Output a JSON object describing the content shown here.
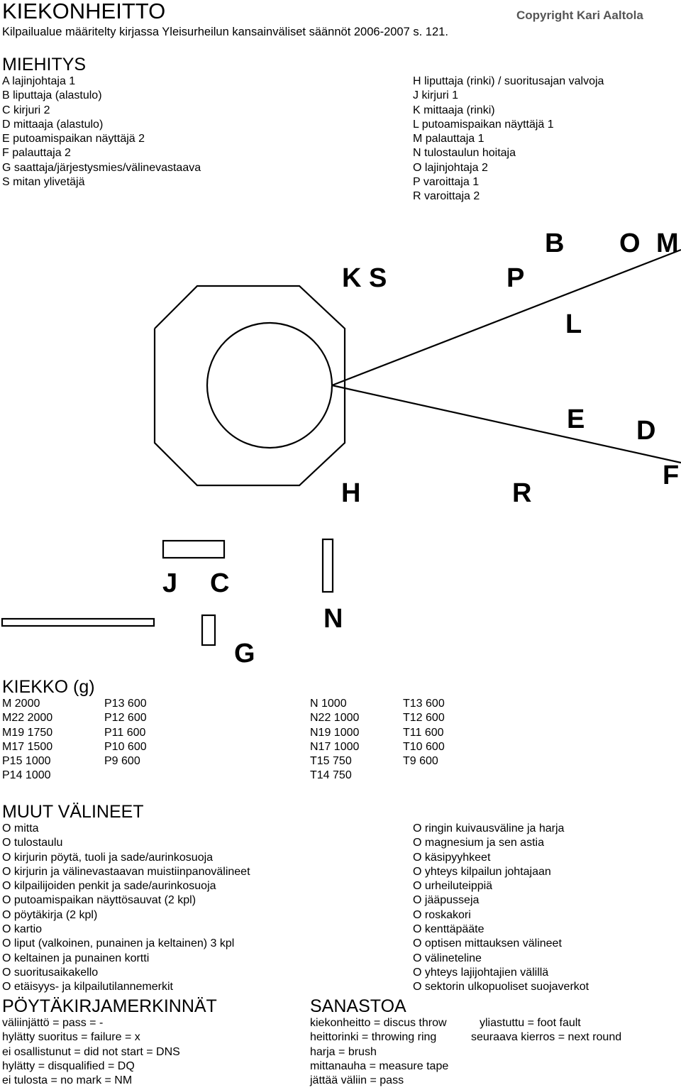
{
  "header": {
    "title": "KIEKONHEITTO",
    "copyright": "Copyright Kari Aaltola",
    "subtitle": "Kilpailualue määritelty kirjassa Yleisurheilun kansainväliset säännöt 2006-2007 s.  121."
  },
  "miehitys": {
    "heading": "MIEHITYS",
    "left": [
      "A  lajinjohtaja 1",
      "B  liputtaja (alastulo)",
      "C  kirjuri 2",
      "D  mittaaja (alastulo)",
      "E  putoamispaikan näyttäjä 2",
      "F  palauttaja 2",
      "G  saattaja/järjestysmies/välinevastaava",
      "S  mitan ylivetäjä"
    ],
    "right": [
      "H  liputtaja (rinki) / suoritusajan valvoja",
      "J  kirjuri 1",
      "K  mittaaja (rinki)",
      "L  putoamispaikan näyttäjä 1",
      "M  palauttaja 1",
      "N  tulostaulun hoitaja",
      "O lajinjohtaja 2",
      "P varoittaja 1",
      "R varoittaja 2"
    ]
  },
  "diagram": {
    "labels": {
      "ks": "K S",
      "b": "B",
      "o": "O",
      "m": "M",
      "p": "P",
      "l": "L",
      "e": "E",
      "d": "D",
      "f": "F",
      "h": "H",
      "r": "R",
      "j": "J",
      "c": "C",
      "n": "N",
      "g": "G"
    }
  },
  "kiekko": {
    "heading": "KIEKKO (g)",
    "rows": [
      [
        "M     2000",
        "P13   600",
        "N      1000",
        "T13    600"
      ],
      [
        "M22 2000",
        "P12   600",
        "N22  1000",
        "T12    600"
      ],
      [
        "M19 1750",
        "P11   600",
        "N19  1000",
        "T11    600"
      ],
      [
        "M17 1500",
        "P10   600",
        "N17  1000",
        "T10    600"
      ],
      [
        "P15  1000",
        "P9     600",
        "T15    750",
        " T9    600"
      ],
      [
        "P14  1000",
        "",
        "T14    750",
        ""
      ]
    ]
  },
  "muut": {
    "heading": "MUUT VÄLINEET",
    "left": [
      "O mitta",
      "O tulostaulu",
      "O kirjurin pöytä, tuoli ja sade/aurinkosuoja",
      "O kirjurin ja välinevastaavan muistiinpanovälineet",
      "O kilpailijoiden penkit ja sade/aurinkosuoja",
      "O putoamispaikan näyttösauvat (2 kpl)",
      "O pöytäkirja (2 kpl)",
      "O kartio",
      "O liput (valkoinen, punainen ja keltainen) 3 kpl",
      "O keltainen ja punainen kortti",
      "O suoritusaikakello",
      "O etäisyys- ja kilpailutilannemerkit"
    ],
    "right": [
      "O ringin kuivausväline ja harja",
      "O magnesium ja sen astia",
      "O käsipyyhkeet",
      "O yhteys kilpailun johtajaan",
      "O urheiluteippiä",
      "O jääpusseja",
      "O roskakori",
      "O kenttäpääte",
      "O optisen mittauksen välineet",
      "O välineteline",
      "O yhteys lajijohtajien välillä",
      "O sektorin ulkopuoliset suojaverkot"
    ]
  },
  "poytakirja": {
    "heading": "PÖYTÄKIRJAMERKINNÄT",
    "items": [
      "väliinjättö  =  pass  =  -",
      "hylätty suoritus  =  failure  =  x",
      "ei osallistunut  =  did not start  =  DNS",
      "hylätty =  disqualified  =  DQ",
      "ei tulosta = no mark = NM"
    ]
  },
  "sanastoa": {
    "heading": "SANASTOA",
    "col1": [
      "kiekonheitto = discus throw",
      "heittorinki = throwing ring",
      "harja = brush",
      "mittanauha = measure tape",
      "jättää väliin = pass"
    ],
    "col2": [
      "yliastuttu = foot fault",
      "seuraava kierros = next round"
    ]
  }
}
